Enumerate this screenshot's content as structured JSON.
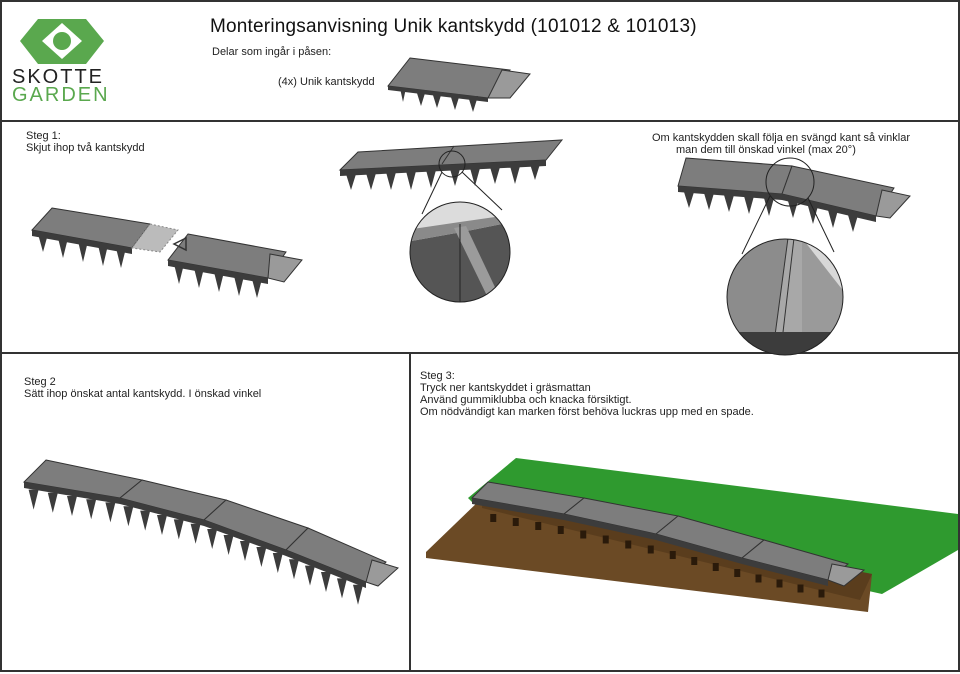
{
  "title": "Monteringsanvisning Unik kantskydd (101012 & 101013)",
  "brand": {
    "line1": "SKOTTE",
    "line2": "GARDEN",
    "color_dark": "#222222",
    "color_green": "#5aa84e"
  },
  "parts": {
    "heading": "Delar som ingår i påsen:",
    "item": "(4x) Unik kantskydd"
  },
  "step1": {
    "heading": "Steg 1:",
    "text": "Skjut ihop två kantskydd",
    "angle_note_line1": "Om kantskydden skall följa en svängd kant så vinklar",
    "angle_note_line2": "man dem till önskad vinkel (max 20°)"
  },
  "step2": {
    "heading": "Steg 2",
    "text": "Sätt ihop önskat antal kantskydd. I önskad vinkel"
  },
  "step3": {
    "heading": "Steg 3:",
    "line1": "Tryck ner kantskyddet i gräsmattan",
    "line2": "Använd gummiklubba och knacka försiktigt.",
    "line3": "Om nödvändigt kan marken först behöva luckras upp med en spade."
  },
  "colors": {
    "part_top": "#7d7d7d",
    "part_side": "#3c3c3c",
    "grass": "#2f9a2f",
    "soil": "#6b4a25"
  }
}
